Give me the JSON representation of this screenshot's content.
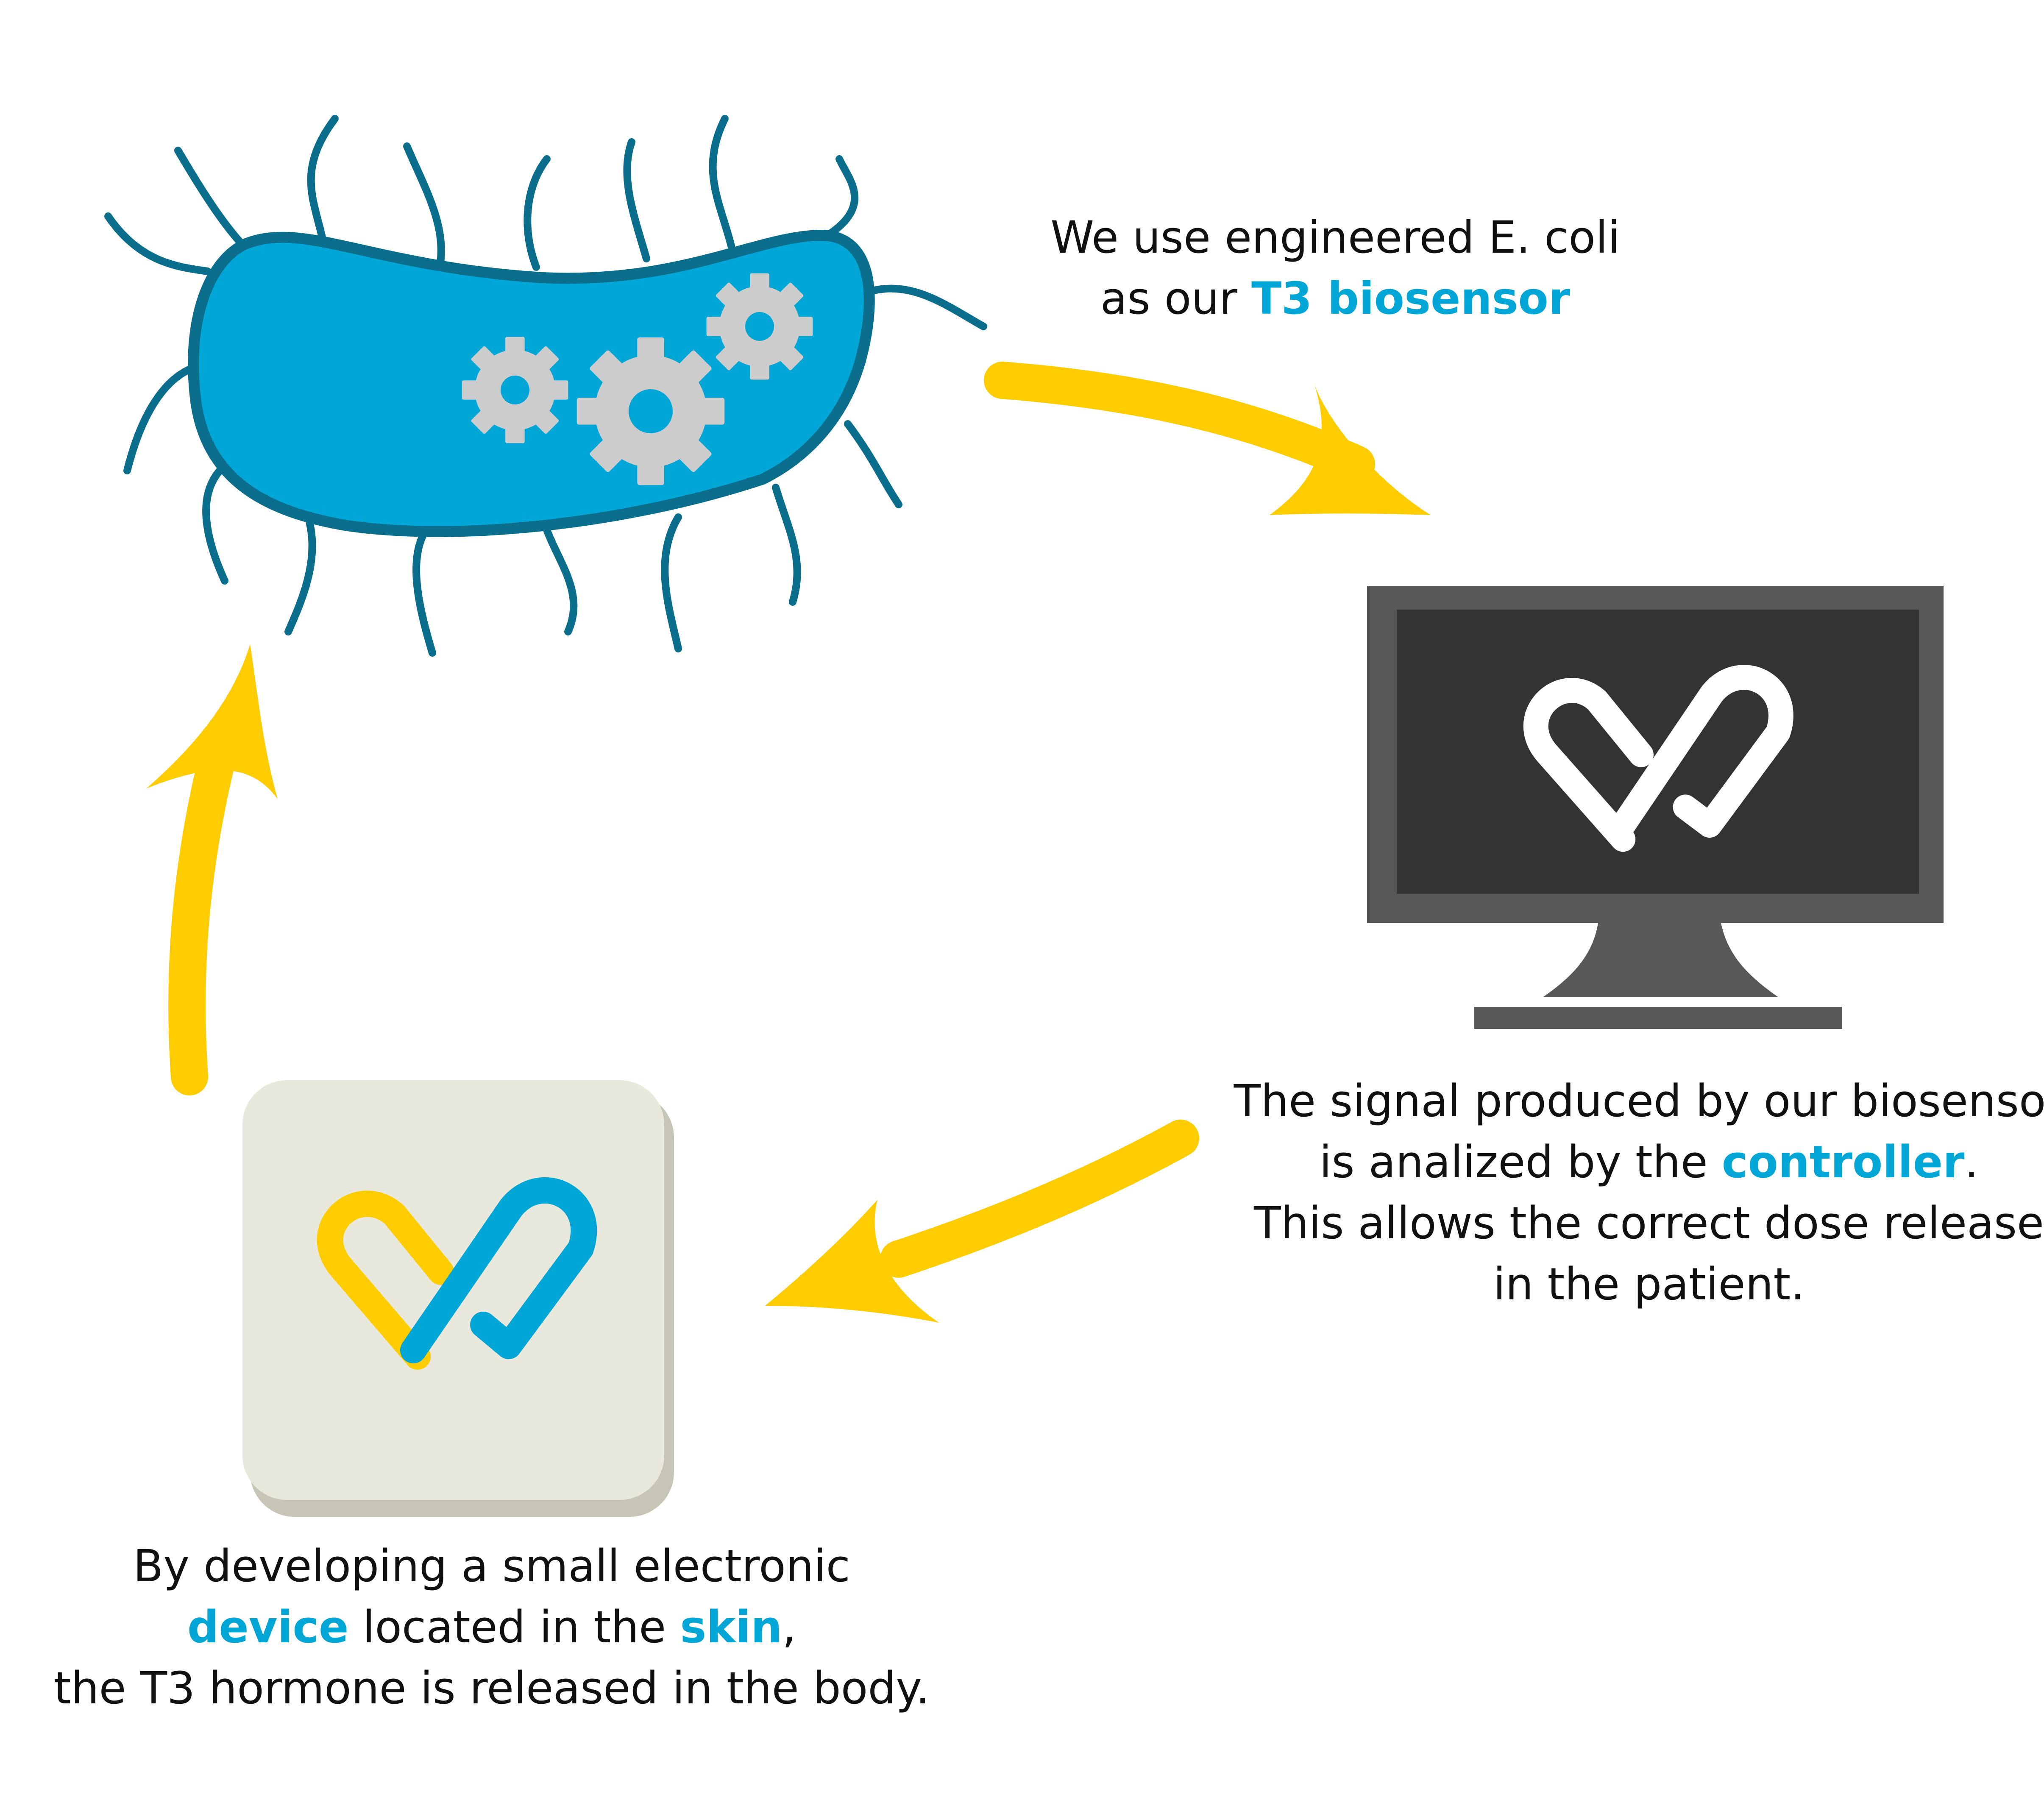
{
  "colors": {
    "arrow": "#ffcc00",
    "bacteria_fill": "#00a6d6",
    "bacteria_outline": "#0a6e8c",
    "gear": "#cccccc",
    "highlight": "#00a6d6",
    "monitor_frame": "#585858",
    "monitor_screen": "#333333",
    "device_face": "#e9e8dc",
    "device_shadow": "#c7c5b6",
    "logo_yellow": "#ffcc00",
    "logo_blue": "#00a6d6"
  },
  "icons": {
    "bacteria": "bacteria-with-gears-icon",
    "controller": "monitor-icon",
    "device": "skin-device-icon",
    "logo": "heart-logo-icon"
  },
  "steps": {
    "bacteria": {
      "line1": "We use engineered E. coli",
      "line2_pre": "as our ",
      "line2_hl": "T3 biosensor"
    },
    "controller": {
      "line1": "The signal produced by our biosensor",
      "line2_pre": "is analized by the ",
      "line2_hl": "controller",
      "line2_post": ".",
      "line3": "This allows the correct dose release",
      "line4": "in the patient."
    },
    "device": {
      "line1": "By developing a small electronic",
      "line2_hl1": "device",
      "line2_mid": " located in the ",
      "line2_hl2": "skin",
      "line2_post": ",",
      "line3": "the T3 hormone is released in the body."
    }
  }
}
